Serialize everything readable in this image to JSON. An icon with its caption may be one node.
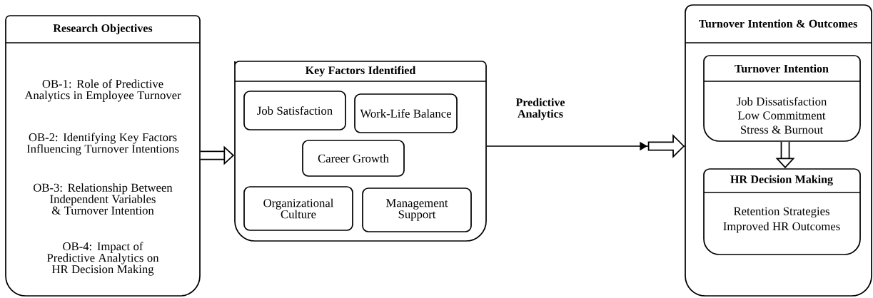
{
  "diagram": {
    "nodes": [
      {
        "text": [
          "Research Objectives",
          "OB-1: Role of Predictive Analytics in Employee Turnover",
          "OB-2: Identifying Key Factors Influencing Turnover Intentions",
          "OB-3: Relationship Between Independent Variables & Turnover Intention",
          "OB-4: Impact of Predictive Analytics on HR Decision Making"
        ]
      },
      {
        "text": [
          "Key Factors Identified"
        ]
      },
      {
        "text": [
          "Job Satisfaction"
        ],
        "in": 1
      },
      {
        "text": [
          "Work-Life Balance"
        ],
        "in": 1
      },
      {
        "text": [
          "Career Growth"
        ],
        "in": 1
      },
      {
        "text": [
          "Organizational Culture"
        ],
        "in": 1
      },
      {
        "text": [
          "Management Support"
        ],
        "in": 1
      },
      {
        "text": [
          "Turnover Intention & Outcomes"
        ]
      },
      {
        "text": [
          "Turnover Intention",
          "Job Dissatisfaction",
          "Low Commitment",
          "Stress & Burnout"
        ],
        "in": 7
      },
      {
        "text": [
          "HR Decision Making",
          "Retention Strategies",
          "Improved HR Outcomes"
        ],
        "in": 7
      }
    ],
    "edges": [
      {
        "from": 0,
        "to": 1,
        "arrow": "to"
      },
      {
        "from": 1,
        "to": 7,
        "arrow": "to",
        "label": "Predictive Analytics"
      },
      {
        "from": 8,
        "to": 9,
        "arrow": "to"
      }
    ]
  }
}
